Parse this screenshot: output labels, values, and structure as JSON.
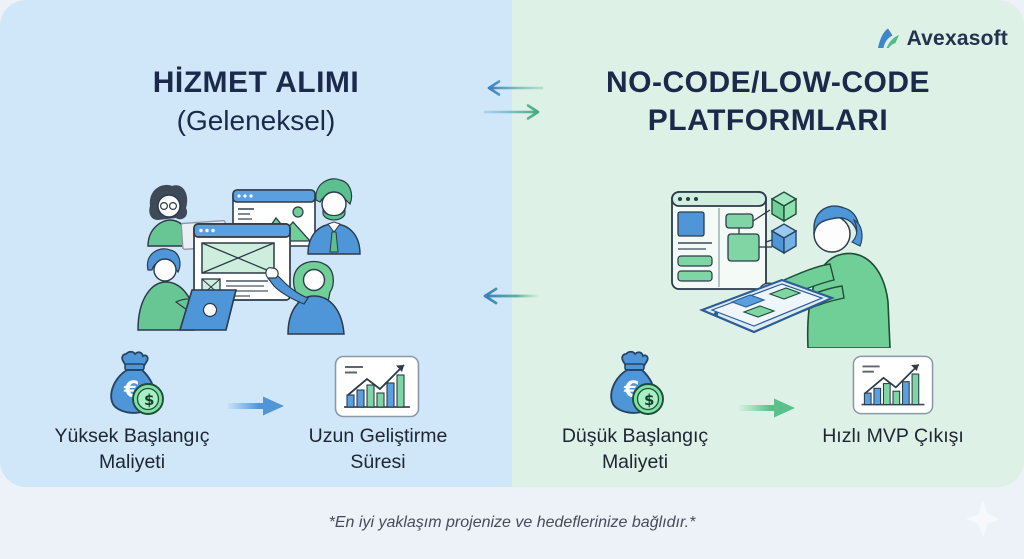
{
  "brand": {
    "name": "Avexasoft"
  },
  "comparison": {
    "left": {
      "title": "HİZMET ALIMI",
      "subtitle": "(Geleneksel)",
      "illustration": "team-collaboration-around-wireframe-screens",
      "cost_label": "Yüksek Başlangıç Maliyeti",
      "outcome_label": "Uzun Geliştirme Süresi"
    },
    "right": {
      "title_line1": "NO-CODE/LOW-CODE",
      "title_line2": "PLATFORMLARI",
      "illustration": "person-building-app-with-tablet-and-blocks",
      "cost_label": "Düşük Başlangıç Maliyeti",
      "outcome_label": "Hızlı MVP Çıkışı"
    }
  },
  "footer": {
    "disclaimer": "*En iyi yaklaşım projenize ve hedeflerinize bağlıdır.*"
  },
  "icons": {
    "cost": "money-bag-euro-dollar-icon",
    "outcome": "growth-bar-chart-icon",
    "exchange": "bidirectional-exchange-arrows"
  },
  "colors": {
    "left_panel_bg": "#cfe7f8",
    "right_panel_bg": "#def1e6",
    "title_text": "#1b2a4a",
    "body_text": "#1d2532",
    "blue_accent": "#4f96d8",
    "green_accent": "#6fcf97",
    "footer_bg": "#edf1f8"
  }
}
